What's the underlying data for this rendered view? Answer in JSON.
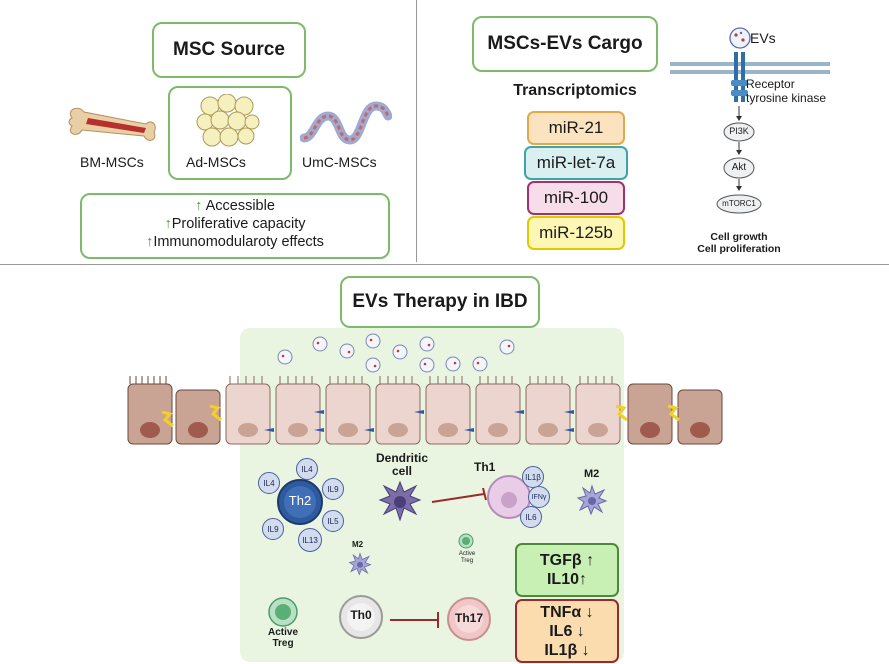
{
  "msc_source": {
    "title": "MSC Source",
    "sources": [
      "BM-MSCs",
      "Ad-MSCs",
      "UmC-MSCs"
    ],
    "benefits": [
      "Accessible",
      "Proliferative capacity",
      "Immunomodularoty effects"
    ],
    "arrow": "↑"
  },
  "cargo": {
    "title": "MSCs-EVs Cargo",
    "subtitle": "Transcriptomics",
    "mirnas": [
      {
        "label": "miR-21",
        "fill": "#fbe3c0",
        "border": "#e2a94c"
      },
      {
        "label": "miR-let-7a",
        "fill": "#d9eff0",
        "border": "#3fa4a8"
      },
      {
        "label": "miR-100",
        "fill": "#f7dde9",
        "border": "#a0336a"
      },
      {
        "label": "miR-125b",
        "fill": "#fdf6b4",
        "border": "#e2c800"
      }
    ]
  },
  "pathway": {
    "evs": "EVs",
    "receptor": "Receptor\ntyrosine kinase",
    "nodes": [
      "PI3K",
      "Akt",
      "mTORC1"
    ],
    "outcome1": "Cell growth",
    "outcome2": "Cell proliferation"
  },
  "therapy": {
    "title": "EVs Therapy in IBD",
    "dendritic": "Dendritic\ncell",
    "th1": "Th1",
    "th1_cytokines": [
      "IL1β",
      "IFNγ",
      "IL6"
    ],
    "th2": "Th2",
    "th2_cytokines": [
      "IL4",
      "IL4",
      "IL9",
      "IL5",
      "IL13",
      "IL9"
    ],
    "m2_a": "M2",
    "m2_b": "M2",
    "active_treg_small": "Active\nTreg",
    "active_treg_large": "Active\nTreg",
    "th0": "Th0",
    "th17": "Th17",
    "up_box": [
      "TGFβ ↑",
      "IL10↑"
    ],
    "down_box": [
      "TNFα ↓",
      "IL6 ↓",
      "IL1β ↓"
    ],
    "colors": {
      "bg": "#e9f5e1",
      "cell": "#ecd5cf",
      "damaged": "#c9a393",
      "nucleus": "#a05a4e"
    }
  }
}
